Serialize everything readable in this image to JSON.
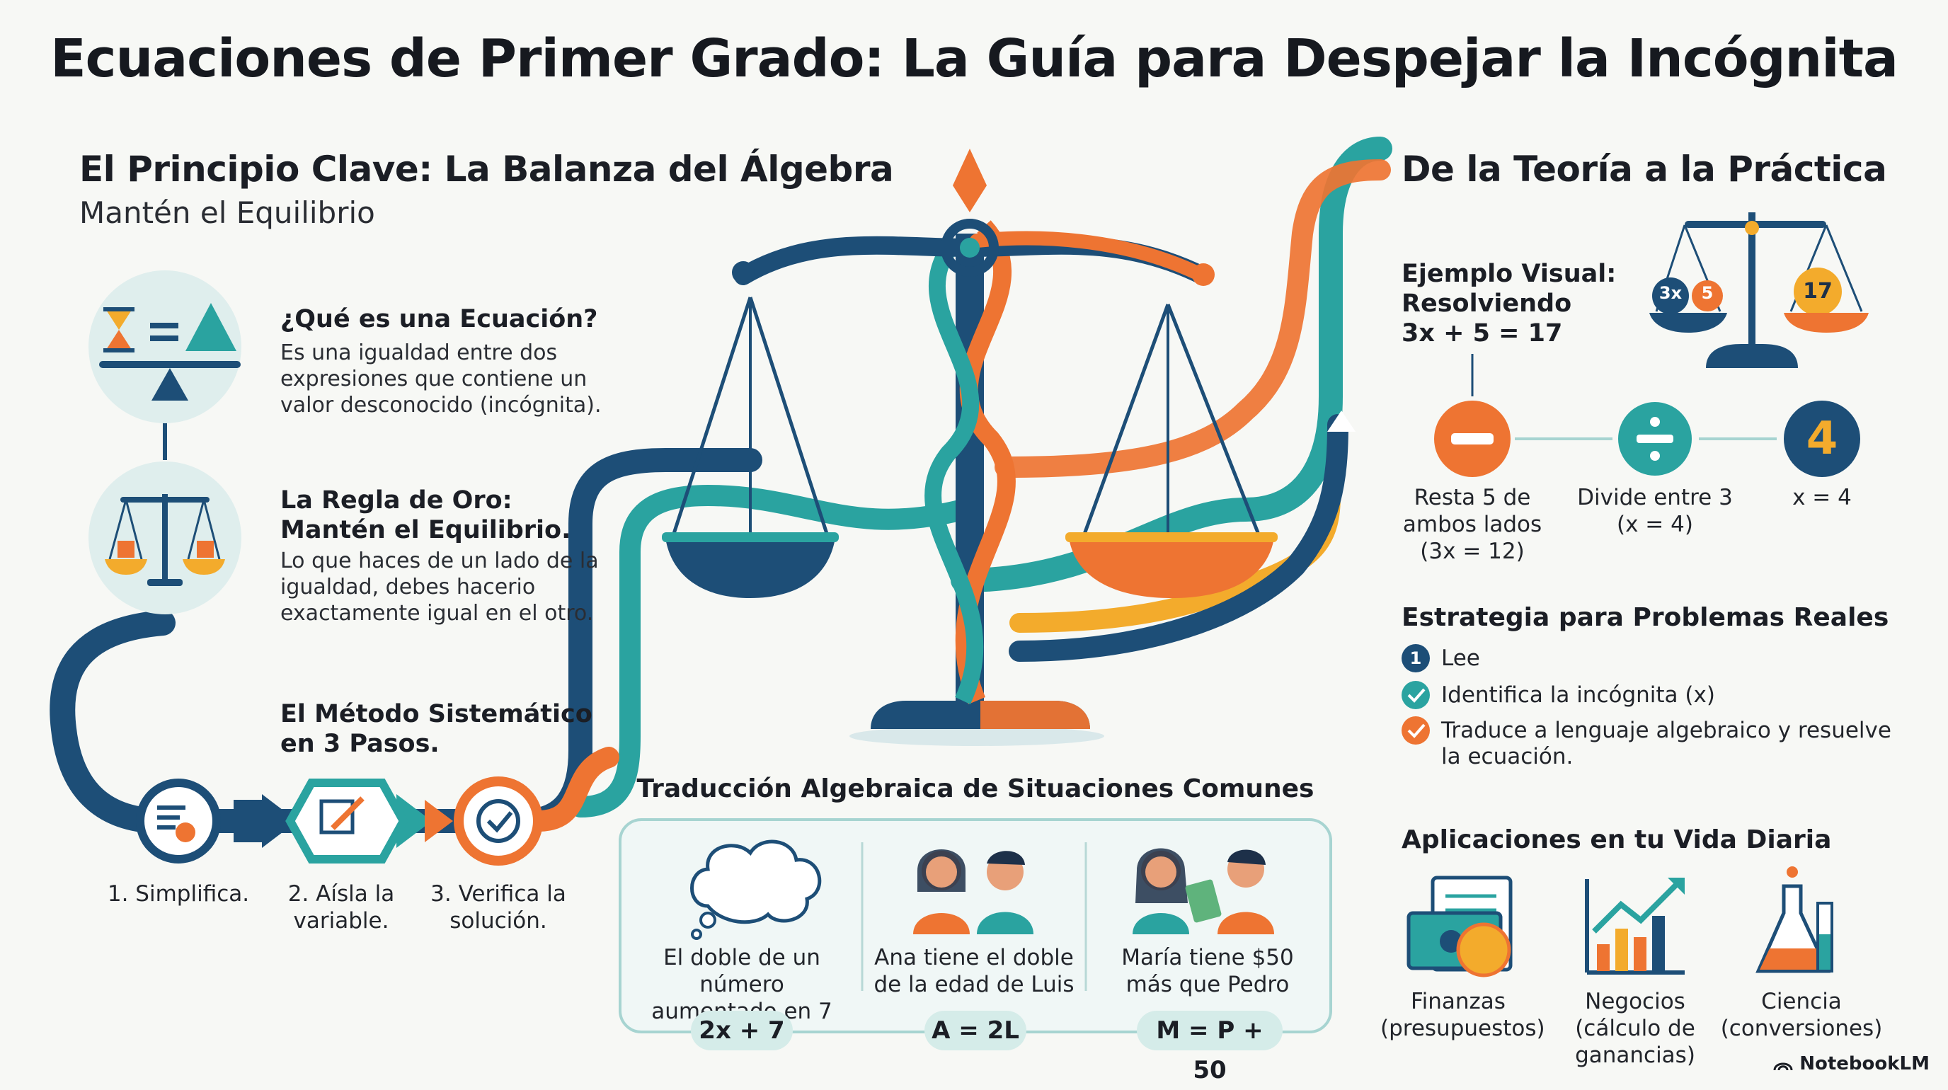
{
  "title": "Ecuaciones de Primer Grado: La Guía para Despejar la Incógnita",
  "left": {
    "heading": "El Principio Clave: La Balanza del Álgebra",
    "subheading": "Mantén el Equilibrio",
    "q1_title": "¿Qué es una Ecuación?",
    "q1_body": [
      "Es una igualdad entre dos",
      "expresiones que contiene un",
      "valor desconocido (incógnita)."
    ],
    "rule_title": [
      "La Regla de Oro:",
      "Mantén el Equilibrio."
    ],
    "rule_body": [
      "Lo que haces de un lado de la",
      "igualdad, debes hacerio",
      "exactamente igual en el otro."
    ],
    "method_title": [
      "El Método Sistemático",
      "en 3 Pasos."
    ],
    "steps": [
      {
        "label": [
          "1. Simplifica."
        ]
      },
      {
        "label": [
          "2. Aísla la",
          "variable."
        ]
      },
      {
        "label": [
          "3. Verifica la",
          "solución."
        ]
      }
    ]
  },
  "translation": {
    "heading": "Traducción Algebraica de Situaciones Comunes",
    "cards": [
      {
        "text": [
          "El doble de un número",
          "aumentado en 7"
        ],
        "formula": "2x + 7"
      },
      {
        "text": [
          "Ana tiene el doble",
          "de la edad de Luis"
        ],
        "formula": "A = 2L"
      },
      {
        "text": [
          "María tiene $50",
          "más que Pedro"
        ],
        "formula": "M = P + 50"
      }
    ]
  },
  "right": {
    "heading": "De la Teoría a la Práctica",
    "example_title": [
      "Ejemplo Visual:",
      "Resolviendo",
      "3x + 5 = 17"
    ],
    "scale_left": [
      "3x",
      "5"
    ],
    "scale_right": "17",
    "solve_steps": [
      {
        "icon": "minus-icon",
        "label": [
          "Resta 5 de",
          "ambos lados",
          "(3x = 12)"
        ]
      },
      {
        "icon": "divide-icon",
        "label": [
          "Divide entre 3",
          "(x = 4)"
        ]
      },
      {
        "icon": "result-icon",
        "glyph": "4",
        "label": [
          "x = 4"
        ]
      }
    ],
    "strategy_title": "Estrategia para Problemas Reales",
    "strategy": [
      {
        "marker": "1",
        "text": [
          "Lee"
        ]
      },
      {
        "marker": "check",
        "text": [
          "Identifica la incógnita (x)"
        ]
      },
      {
        "marker": "check",
        "text": [
          "Traduce a lenguaje algebraico y resuelve",
          "la ecuación."
        ]
      }
    ],
    "apps_title": "Aplicaciones en tu Vida Diaria",
    "apps": [
      {
        "icon": "finance-icon",
        "label": [
          "Finanzas",
          "(presupuestos)"
        ]
      },
      {
        "icon": "business-chart-icon",
        "label": [
          "Negocios",
          "(cálculo de",
          "ganancias)"
        ]
      },
      {
        "icon": "science-flask-icon",
        "label": [
          "Ciencia",
          "(conversiones)"
        ]
      }
    ]
  },
  "brand": "NotebookLM",
  "colors": {
    "navy": "#1d4e77",
    "teal": "#2aa3a0",
    "orange": "#ee7432",
    "gold": "#f3ab2c",
    "light_teal": "#d5ece9"
  }
}
